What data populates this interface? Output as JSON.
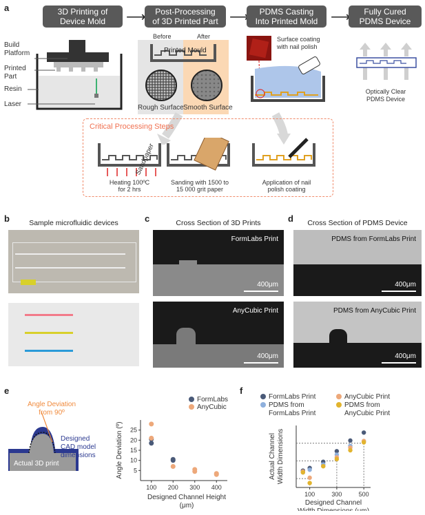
{
  "panels": {
    "a": "a",
    "b": "b",
    "c": "c",
    "d": "d",
    "e": "e",
    "f": "f"
  },
  "steps": [
    {
      "line1": "3D Printing of",
      "line2": "Device Mold"
    },
    {
      "line1": "Post-Processing",
      "line2": "of 3D Printed Part"
    },
    {
      "line1": "PDMS Casting",
      "line2": "Into Printed Mold"
    },
    {
      "line1": "Fully Cured",
      "line2": "PDMS Device"
    }
  ],
  "printer": {
    "build": "Build",
    "platform": "Platform",
    "printed": "Printed",
    "part": "Part",
    "resin": "Resin",
    "laser": "Laser"
  },
  "post": {
    "before": "Before",
    "after": "After",
    "mould": "Printed Mould",
    "rough": "Rough Surface",
    "smooth": "Smooth Surface"
  },
  "casting": {
    "coat1": "Surface coating",
    "coat2": "with nail polish"
  },
  "cured": {
    "line1": "Optically Clear",
    "line2": "PDMS Device"
  },
  "critical": {
    "title": "Critical Processing Steps",
    "heat1": "Heating 100ºC",
    "heat2": "for 2 hrs",
    "sand1": "Sanding with 1500 to",
    "sand2": "15 000 grit paper",
    "sandpaper": "Sandpaper",
    "nail1": "Application of nail",
    "nail2": "polish coating"
  },
  "b": {
    "title": "Sample microfluidic devices"
  },
  "c": {
    "title": "Cross Section of 3D Prints",
    "top": "FormLabs Print",
    "bottom": "AnyCubic Print",
    "scale": "400μm"
  },
  "d": {
    "title": "Cross Section of PDMS Device",
    "top": "PDMS from FormLabs Print",
    "bottom": "PDMS from AnyCubic Print",
    "scale": "400μm"
  },
  "e_diagram": {
    "angle1": "Angle Deviation",
    "angle2": "from 90º",
    "cad1": "Designed",
    "cad2": "CAD model",
    "cad3": "dimensions",
    "actual": "Actual 3D print"
  },
  "colors": {
    "formlabs": "#4a5a78",
    "anycubic": "#eda87a",
    "pdms_form": "#8fb0dd",
    "pdms_any": "#e2b42e",
    "orange": "#f08a3c",
    "navy": "#2b3990"
  },
  "chart_data": [
    {
      "type": "scatter",
      "xlabel": "Designed Channel Height (μm)",
      "ylabel": "Angle Deviation (º)",
      "xticks": [
        100,
        200,
        300,
        400
      ],
      "yticks": [
        5,
        10,
        15,
        20,
        25
      ],
      "ylim": [
        0,
        30
      ],
      "legend": "top-right",
      "series": [
        {
          "name": "FormLabs",
          "x": [
            100,
            100,
            200,
            200
          ],
          "y": [
            18.5,
            20.5,
            10.5,
            10
          ],
          "color": "#4a5a78"
        },
        {
          "name": "AnyCubic",
          "x": [
            100,
            100,
            200,
            300,
            300,
            400,
            400
          ],
          "y": [
            28,
            21,
            7,
            5.5,
            4.5,
            3.5,
            3
          ],
          "color": "#eda87a"
        }
      ]
    },
    {
      "type": "scatter",
      "xlabel": "Designed Channel Width Dimensions (μm)",
      "ylabel": "Actual Channel Width Dimensions",
      "xticks": [
        100,
        300,
        500
      ],
      "xlim": [
        0,
        550
      ],
      "ylim": [
        0,
        700
      ],
      "legend": "top",
      "series": [
        {
          "name": "FormLabs Print",
          "x": [
            50,
            100,
            200,
            300,
            400,
            500
          ],
          "y": [
            190,
            220,
            290,
            410,
            530,
            620
          ],
          "color": "#4a5a78"
        },
        {
          "name": "PDMS from FormLabs Print",
          "x": [
            50,
            100,
            200,
            300,
            400,
            500
          ],
          "y": [
            170,
            200,
            260,
            370,
            470,
            520
          ],
          "color": "#8fb0dd"
        },
        {
          "name": "AnyCubic Print",
          "x": [
            50,
            100,
            200,
            300,
            400,
            500
          ],
          "y": [
            180,
            110,
            240,
            340,
            450,
            525
          ],
          "color": "#eda87a"
        },
        {
          "name": "PDMS from AnyCubic Print",
          "x": [
            50,
            100,
            200,
            300,
            400,
            500
          ],
          "y": [
            170,
            50,
            240,
            320,
            420,
            510
          ],
          "color": "#e2b42e"
        }
      ]
    }
  ]
}
